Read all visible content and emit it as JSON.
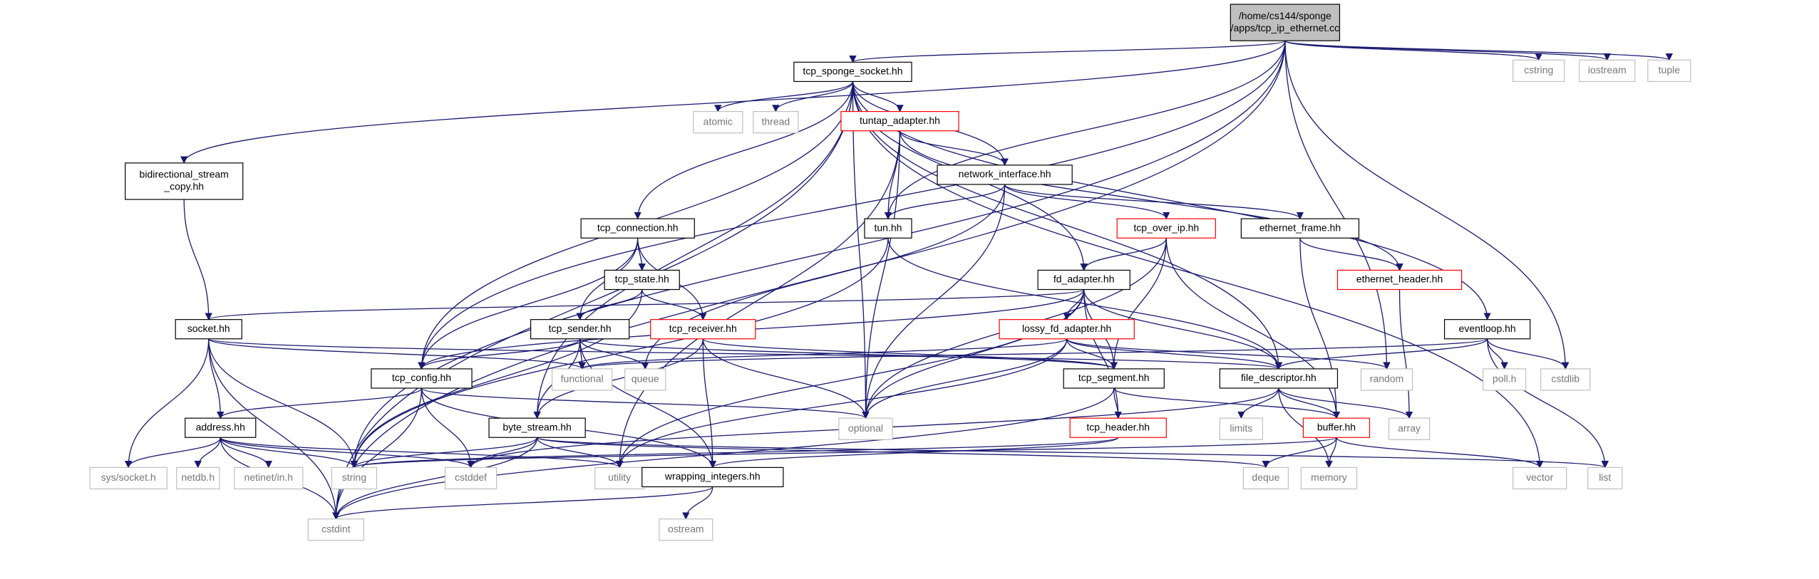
{
  "colors": {
    "edge": "#191970",
    "documented_border": "#000000",
    "system_border": "#bfbfbf",
    "system_text": "#777777",
    "incomplete_border": "#ff0000",
    "root_fill": "#bfbfbf"
  },
  "nodes": [
    {
      "id": "root",
      "label": [
        "/home/cs144/sponge",
        "/apps/tcp_ip_ethernet.cc"
      ],
      "kind": "root"
    },
    {
      "id": "tcp_sponge_socket",
      "label": [
        "tcp_sponge_socket.hh"
      ],
      "kind": "doc"
    },
    {
      "id": "cstring",
      "label": [
        "cstring"
      ],
      "kind": "sys"
    },
    {
      "id": "iostream",
      "label": [
        "iostream"
      ],
      "kind": "sys"
    },
    {
      "id": "tuple",
      "label": [
        "tuple"
      ],
      "kind": "sys"
    },
    {
      "id": "atomic",
      "label": [
        "atomic"
      ],
      "kind": "sys"
    },
    {
      "id": "thread",
      "label": [
        "thread"
      ],
      "kind": "sys"
    },
    {
      "id": "tuntap_adapter",
      "label": [
        "tuntap_adapter.hh"
      ],
      "kind": "incomplete"
    },
    {
      "id": "bidirectional",
      "label": [
        "bidirectional_stream",
        "_copy.hh"
      ],
      "kind": "doc"
    },
    {
      "id": "network_interface",
      "label": [
        "network_interface.hh"
      ],
      "kind": "doc"
    },
    {
      "id": "tcp_connection",
      "label": [
        "tcp_connection.hh"
      ],
      "kind": "doc"
    },
    {
      "id": "tun",
      "label": [
        "tun.hh"
      ],
      "kind": "doc"
    },
    {
      "id": "tcp_over_ip",
      "label": [
        "tcp_over_ip.hh"
      ],
      "kind": "incomplete"
    },
    {
      "id": "ethernet_frame",
      "label": [
        "ethernet_frame.hh"
      ],
      "kind": "doc"
    },
    {
      "id": "ethernet_header",
      "label": [
        "ethernet_header.hh"
      ],
      "kind": "incomplete"
    },
    {
      "id": "tcp_state",
      "label": [
        "tcp_state.hh"
      ],
      "kind": "doc"
    },
    {
      "id": "fd_adapter",
      "label": [
        "fd_adapter.hh"
      ],
      "kind": "doc"
    },
    {
      "id": "socket",
      "label": [
        "socket.hh"
      ],
      "kind": "doc"
    },
    {
      "id": "tcp_sender",
      "label": [
        "tcp_sender.hh"
      ],
      "kind": "doc"
    },
    {
      "id": "tcp_receiver",
      "label": [
        "tcp_receiver.hh"
      ],
      "kind": "incomplete"
    },
    {
      "id": "lossy_fd_adapter",
      "label": [
        "lossy_fd_adapter.hh"
      ],
      "kind": "incomplete"
    },
    {
      "id": "eventloop",
      "label": [
        "eventloop.hh"
      ],
      "kind": "doc"
    },
    {
      "id": "functional",
      "label": [
        "functional"
      ],
      "kind": "sys"
    },
    {
      "id": "queue",
      "label": [
        "queue"
      ],
      "kind": "sys"
    },
    {
      "id": "tcp_config",
      "label": [
        "tcp_config.hh"
      ],
      "kind": "doc"
    },
    {
      "id": "tcp_segment",
      "label": [
        "tcp_segment.hh"
      ],
      "kind": "doc"
    },
    {
      "id": "file_descriptor",
      "label": [
        "file_descriptor.hh"
      ],
      "kind": "doc"
    },
    {
      "id": "random",
      "label": [
        "random"
      ],
      "kind": "sys"
    },
    {
      "id": "poll_h",
      "label": [
        "poll.h"
      ],
      "kind": "sys"
    },
    {
      "id": "cstdlib",
      "label": [
        "cstdlib"
      ],
      "kind": "sys"
    },
    {
      "id": "optional",
      "label": [
        "optional"
      ],
      "kind": "sys"
    },
    {
      "id": "address",
      "label": [
        "address.hh"
      ],
      "kind": "doc"
    },
    {
      "id": "byte_stream",
      "label": [
        "byte_stream.hh"
      ],
      "kind": "doc"
    },
    {
      "id": "tcp_header",
      "label": [
        "tcp_header.hh"
      ],
      "kind": "incomplete"
    },
    {
      "id": "limits",
      "label": [
        "limits"
      ],
      "kind": "sys"
    },
    {
      "id": "buffer",
      "label": [
        "buffer.hh"
      ],
      "kind": "incomplete"
    },
    {
      "id": "array",
      "label": [
        "array"
      ],
      "kind": "sys"
    },
    {
      "id": "sys_socket",
      "label": [
        "sys/socket.h"
      ],
      "kind": "sys"
    },
    {
      "id": "netdb",
      "label": [
        "netdb.h"
      ],
      "kind": "sys"
    },
    {
      "id": "netinet_in",
      "label": [
        "netinet/in.h"
      ],
      "kind": "sys"
    },
    {
      "id": "string",
      "label": [
        "string"
      ],
      "kind": "sys"
    },
    {
      "id": "cstddef",
      "label": [
        "cstddef"
      ],
      "kind": "sys"
    },
    {
      "id": "utility",
      "label": [
        "utility"
      ],
      "kind": "sys"
    },
    {
      "id": "wrapping_integers",
      "label": [
        "wrapping_integers.hh"
      ],
      "kind": "doc"
    },
    {
      "id": "deque",
      "label": [
        "deque"
      ],
      "kind": "sys"
    },
    {
      "id": "memory",
      "label": [
        "memory"
      ],
      "kind": "sys"
    },
    {
      "id": "list",
      "label": [
        "list"
      ],
      "kind": "sys"
    },
    {
      "id": "vector",
      "label": [
        "vector"
      ],
      "kind": "sys"
    },
    {
      "id": "cstdint",
      "label": [
        "cstdint"
      ],
      "kind": "sys"
    },
    {
      "id": "ostream",
      "label": [
        "ostream"
      ],
      "kind": "sys"
    }
  ],
  "edges": [
    [
      "root",
      "tcp_sponge_socket"
    ],
    [
      "root",
      "cstring"
    ],
    [
      "root",
      "iostream"
    ],
    [
      "root",
      "tuple"
    ],
    [
      "root",
      "bidirectional"
    ],
    [
      "root",
      "tun"
    ],
    [
      "root",
      "random"
    ],
    [
      "root",
      "cstdlib"
    ],
    [
      "root",
      "tcp_config"
    ],
    [
      "root",
      "string"
    ],
    [
      "root",
      "cstdint"
    ],
    [
      "tcp_sponge_socket",
      "atomic"
    ],
    [
      "tcp_sponge_socket",
      "thread"
    ],
    [
      "tcp_sponge_socket",
      "tuntap_adapter"
    ],
    [
      "tcp_sponge_socket",
      "network_interface"
    ],
    [
      "tcp_sponge_socket",
      "tcp_connection"
    ],
    [
      "tcp_sponge_socket",
      "fd_adapter"
    ],
    [
      "tcp_sponge_socket",
      "file_descriptor"
    ],
    [
      "tcp_sponge_socket",
      "eventloop"
    ],
    [
      "tcp_sponge_socket",
      "optional"
    ],
    [
      "tcp_sponge_socket",
      "tcp_config"
    ],
    [
      "tcp_sponge_socket",
      "byte_stream"
    ],
    [
      "tcp_sponge_socket",
      "vector"
    ],
    [
      "tcp_sponge_socket",
      "cstdint"
    ],
    [
      "tuntap_adapter",
      "network_interface"
    ],
    [
      "tuntap_adapter",
      "tun"
    ],
    [
      "tuntap_adapter",
      "ethernet_header"
    ],
    [
      "tuntap_adapter",
      "optional"
    ],
    [
      "tuntap_adapter",
      "utility"
    ],
    [
      "bidirectional",
      "socket"
    ],
    [
      "network_interface",
      "tun"
    ],
    [
      "network_interface",
      "tcp_over_ip"
    ],
    [
      "network_interface",
      "ethernet_frame"
    ],
    [
      "network_interface",
      "queue"
    ],
    [
      "network_interface",
      "optional"
    ],
    [
      "tcp_connection",
      "tcp_state"
    ],
    [
      "tcp_connection",
      "tcp_sender"
    ],
    [
      "tcp_connection",
      "tcp_receiver"
    ],
    [
      "tcp_connection",
      "tcp_config"
    ],
    [
      "tun",
      "file_descriptor"
    ],
    [
      "tun",
      "string"
    ],
    [
      "tcp_over_ip",
      "fd_adapter"
    ],
    [
      "tcp_over_ip",
      "tcp_segment"
    ],
    [
      "tcp_over_ip",
      "buffer"
    ],
    [
      "tcp_over_ip",
      "optional"
    ],
    [
      "ethernet_frame",
      "ethernet_header"
    ],
    [
      "ethernet_frame",
      "buffer"
    ],
    [
      "ethernet_header",
      "array"
    ],
    [
      "tcp_state",
      "tcp_sender"
    ],
    [
      "tcp_state",
      "tcp_receiver"
    ],
    [
      "tcp_state",
      "string"
    ],
    [
      "fd_adapter",
      "socket"
    ],
    [
      "fd_adapter",
      "lossy_fd_adapter"
    ],
    [
      "fd_adapter",
      "tcp_config"
    ],
    [
      "fd_adapter",
      "tcp_segment"
    ],
    [
      "fd_adapter",
      "file_descriptor"
    ],
    [
      "fd_adapter",
      "tcp_header"
    ],
    [
      "fd_adapter",
      "optional"
    ],
    [
      "fd_adapter",
      "utility"
    ],
    [
      "socket",
      "file_descriptor"
    ],
    [
      "socket",
      "address"
    ],
    [
      "socket",
      "functional"
    ],
    [
      "socket",
      "sys_socket"
    ],
    [
      "socket",
      "string"
    ],
    [
      "socket",
      "cstdint"
    ],
    [
      "tcp_sender",
      "tcp_config"
    ],
    [
      "tcp_sender",
      "tcp_segment"
    ],
    [
      "tcp_sender",
      "byte_stream"
    ],
    [
      "tcp_sender",
      "functional"
    ],
    [
      "tcp_sender",
      "queue"
    ],
    [
      "tcp_sender",
      "wrapping_integers"
    ],
    [
      "tcp_receiver",
      "tcp_segment"
    ],
    [
      "tcp_receiver",
      "byte_stream"
    ],
    [
      "tcp_receiver",
      "wrapping_integers"
    ],
    [
      "tcp_receiver",
      "optional"
    ],
    [
      "lossy_fd_adapter",
      "file_descriptor"
    ],
    [
      "lossy_fd_adapter",
      "tcp_segment"
    ],
    [
      "lossy_fd_adapter",
      "random"
    ],
    [
      "lossy_fd_adapter",
      "optional"
    ],
    [
      "lossy_fd_adapter",
      "utility"
    ],
    [
      "lossy_fd_adapter",
      "functional"
    ],
    [
      "eventloop",
      "file_descriptor"
    ],
    [
      "eventloop",
      "poll_h"
    ],
    [
      "eventloop",
      "cstdlib"
    ],
    [
      "eventloop",
      "list"
    ],
    [
      "eventloop",
      "functional"
    ],
    [
      "tcp_config",
      "address"
    ],
    [
      "tcp_config",
      "wrapping_integers"
    ],
    [
      "tcp_config",
      "optional"
    ],
    [
      "tcp_config",
      "cstddef"
    ],
    [
      "tcp_config",
      "cstdint"
    ],
    [
      "tcp_segment",
      "tcp_header"
    ],
    [
      "tcp_segment",
      "buffer"
    ],
    [
      "tcp_segment",
      "cstdint"
    ],
    [
      "file_descriptor",
      "buffer"
    ],
    [
      "file_descriptor",
      "array"
    ],
    [
      "file_descriptor",
      "limits"
    ],
    [
      "file_descriptor",
      "memory"
    ],
    [
      "file_descriptor",
      "cstddef"
    ],
    [
      "address",
      "sys_socket"
    ],
    [
      "address",
      "netdb"
    ],
    [
      "address",
      "netinet_in"
    ],
    [
      "address",
      "string"
    ],
    [
      "address",
      "cstddef"
    ],
    [
      "address",
      "utility"
    ],
    [
      "address",
      "cstdint"
    ],
    [
      "byte_stream",
      "string"
    ],
    [
      "byte_stream",
      "cstddef"
    ],
    [
      "byte_stream",
      "utility"
    ],
    [
      "byte_stream",
      "deque"
    ],
    [
      "byte_stream",
      "list"
    ],
    [
      "byte_stream",
      "cstdint"
    ],
    [
      "tcp_header",
      "wrapping_integers"
    ],
    [
      "tcp_header",
      "string"
    ],
    [
      "buffer",
      "deque"
    ],
    [
      "buffer",
      "memory"
    ],
    [
      "buffer",
      "vector"
    ],
    [
      "buffer",
      "string"
    ],
    [
      "wrapping_integers",
      "ostream"
    ],
    [
      "wrapping_integers",
      "cstdint"
    ]
  ]
}
